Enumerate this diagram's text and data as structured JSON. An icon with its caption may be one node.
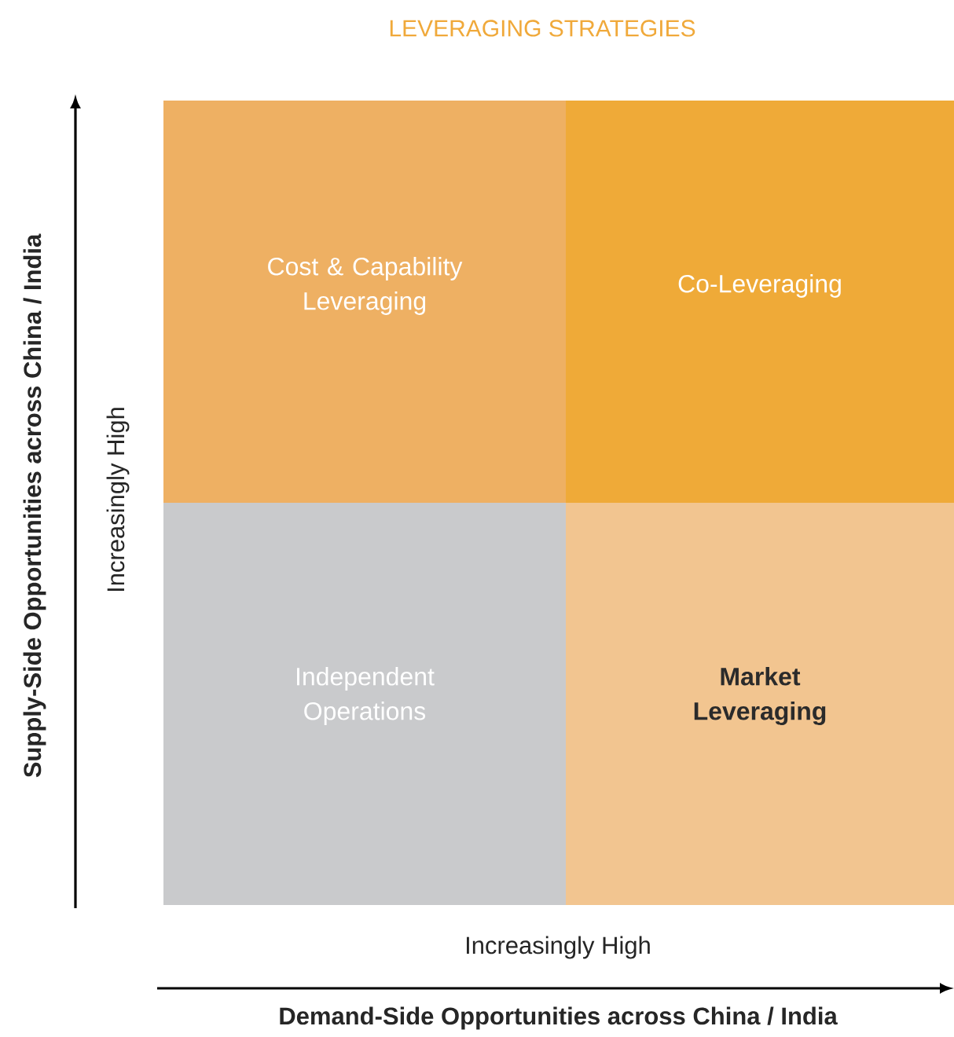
{
  "diagram": {
    "title": "LEVERAGING STRATEGIES",
    "nodes": [
      {
        "text": [
          "Cost & Capability Leveraging"
        ]
      },
      {
        "text": [
          "Co-Leveraging"
        ]
      },
      {
        "text": [
          "Independent Operations"
        ]
      },
      {
        "text": [
          "Market Leveraging"
        ]
      }
    ],
    "labels": [
      "Supply-Side Opportunities across China /  India",
      "Increasingly High",
      "Increasingly High",
      "Demand-Side Opportunities across China /  India"
    ]
  }
}
